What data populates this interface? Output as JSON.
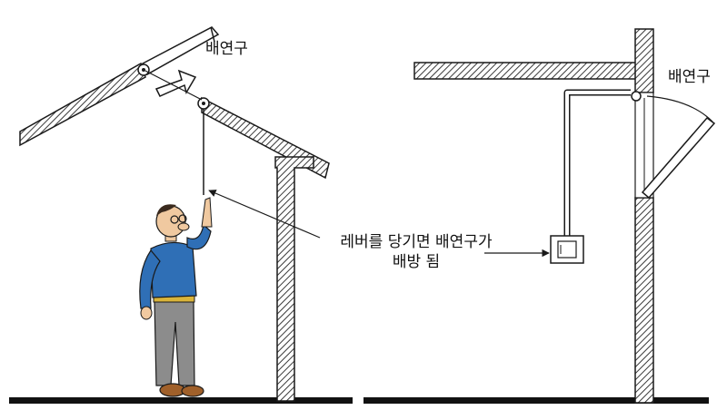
{
  "labels": {
    "vent_left": "배연구",
    "vent_right": "배연구",
    "lever_line1": "레버를 당기면 배연구가",
    "lever_line2": "배방 됨"
  },
  "colors": {
    "line": "#1a1a1a",
    "hatch": "#3a3a3a",
    "background": "#ffffff",
    "shirt": "#2f6fb6",
    "trousers": "#8c8c8c",
    "skin": "#f0c9a0",
    "belt": "#d9b43a",
    "shoes": "#a0602a"
  }
}
